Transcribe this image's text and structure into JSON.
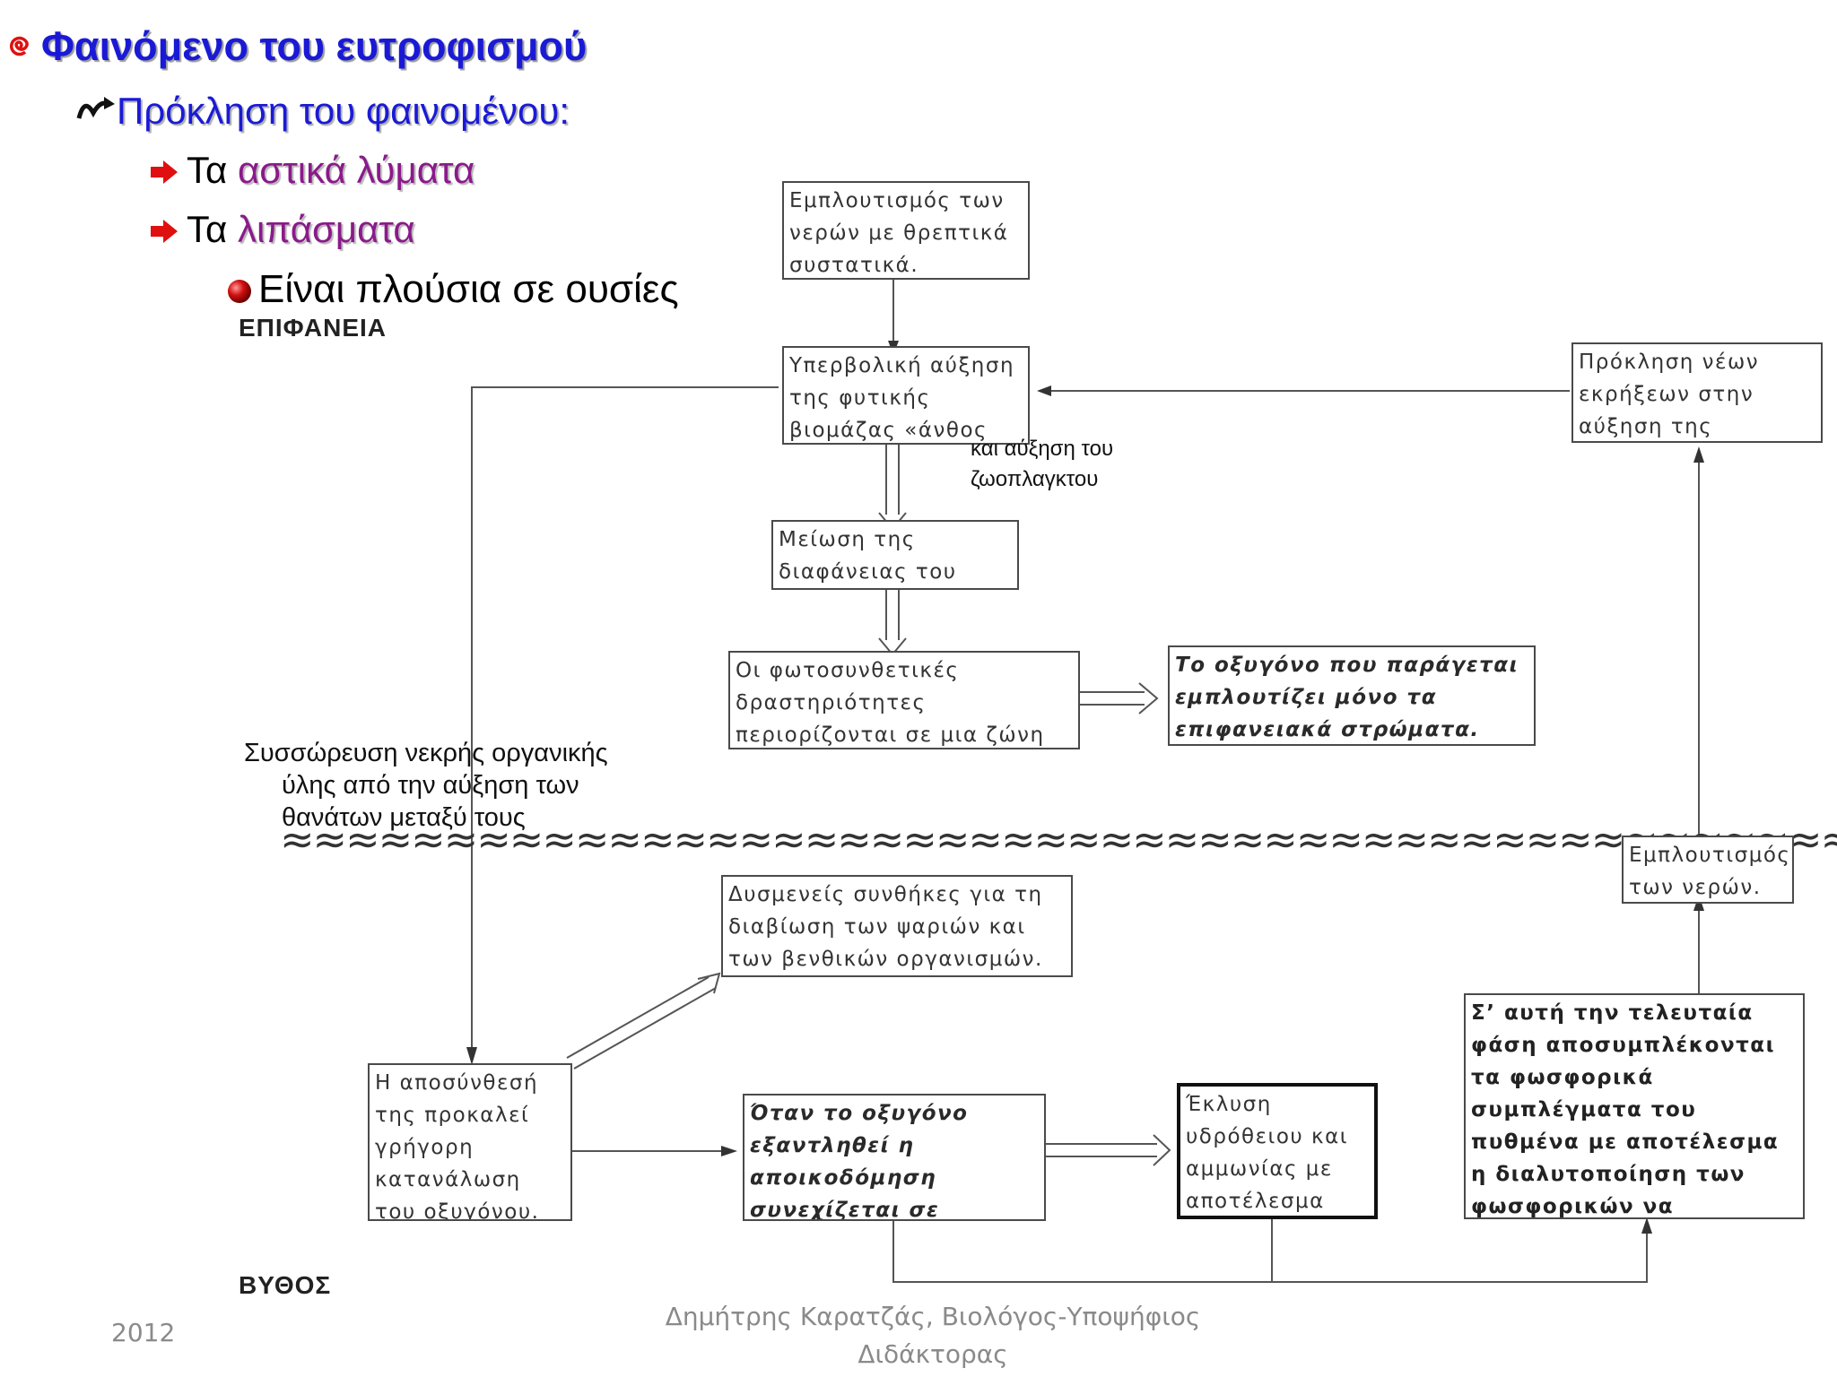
{
  "slide": {
    "title": "Φαινόμενο του ευτροφισμού",
    "subtitle": "Πρόκληση του φαινομένου:",
    "bullet1_prefix": "Τα ",
    "bullet1_highlight": "αστικά λύματα",
    "bullet2_prefix": "Τα ",
    "bullet2_highlight": "λιπάσματα",
    "bullet3": "Είναι πλούσια σε ουσίες"
  },
  "diagram": {
    "label_surface": "ΕΠΙΦΑΝΕΙΑ",
    "label_bottom": "ΒΥΘΟΣ",
    "boxes": {
      "enrichment": "Εμπλουτισμός των νερών με θρεπτικά συστατικά.",
      "excess_growth": "Υπερβολική αύξηση της φυτικής βιομάζας «άνθος νερού».",
      "new_blooms": "Πρόκληση νέων εκρήξεων στην αύξηση της χλωρίδας.",
      "transparency": "Μείωση της διαφάνειας του νερού.",
      "photosynthesis": "Οι φωτοσυνθετικές δραστηριότητες περιορίζονται σε μια ζώνη μικρού βάθους.",
      "oxygen_surface": "Το οξυγόνο που παράγεται εμπλουτίζει μόνο τα επιφανειακά στρώματα.",
      "water_enrichment": "Εμπλουτισμός των νερών.",
      "adverse": "Δυσμενείς συνθήκες για τη διαβίωση των ψαριών και των βενθικών οργανισμών.",
      "decomposition": "Η αποσύνθεσή της προκαλεί γρήγορη κατανάλωση του οξυγόνου.",
      "anaerobic": "Όταν το οξυγόνο εξαντληθεί η αποικοδόμηση συνεχίζεται σε αναερόβιες συνθήκες.",
      "release": "Έκλυση υδρόθειου και αμμωνίας με αποτέλεσμα έντονες οσμές.",
      "final_phase": "Σ’ αυτή την τελευταία φάση αποσυμπλέκονται τα φωσφορικά συμπλέγματα του πυθμένα με αποτέλεσμα η διαλυτοποίηση των φωσφορικών να εμπλουτίζει ακόμη περισσότερο τα νερά."
    },
    "note_zooplankton": "και αύξηση του ζωοπλαγκτου",
    "accumulation_line1": "Συσσώρευση νεκρής οργανικής",
    "accumulation_line2": "ύλης από την αύξηση των",
    "accumulation_line3": "θανάτων μεταξύ τους"
  },
  "footer": {
    "year": "2012",
    "author_line1": "Δημήτρης Καρατζάς, Βιολόγος-Υποψήφιος",
    "author_line2": "Διδάκτορας"
  },
  "colors": {
    "title_blue": "#1a1ad6",
    "highlight_purple": "#8a1a8a",
    "bullet_red": "#e01010"
  }
}
